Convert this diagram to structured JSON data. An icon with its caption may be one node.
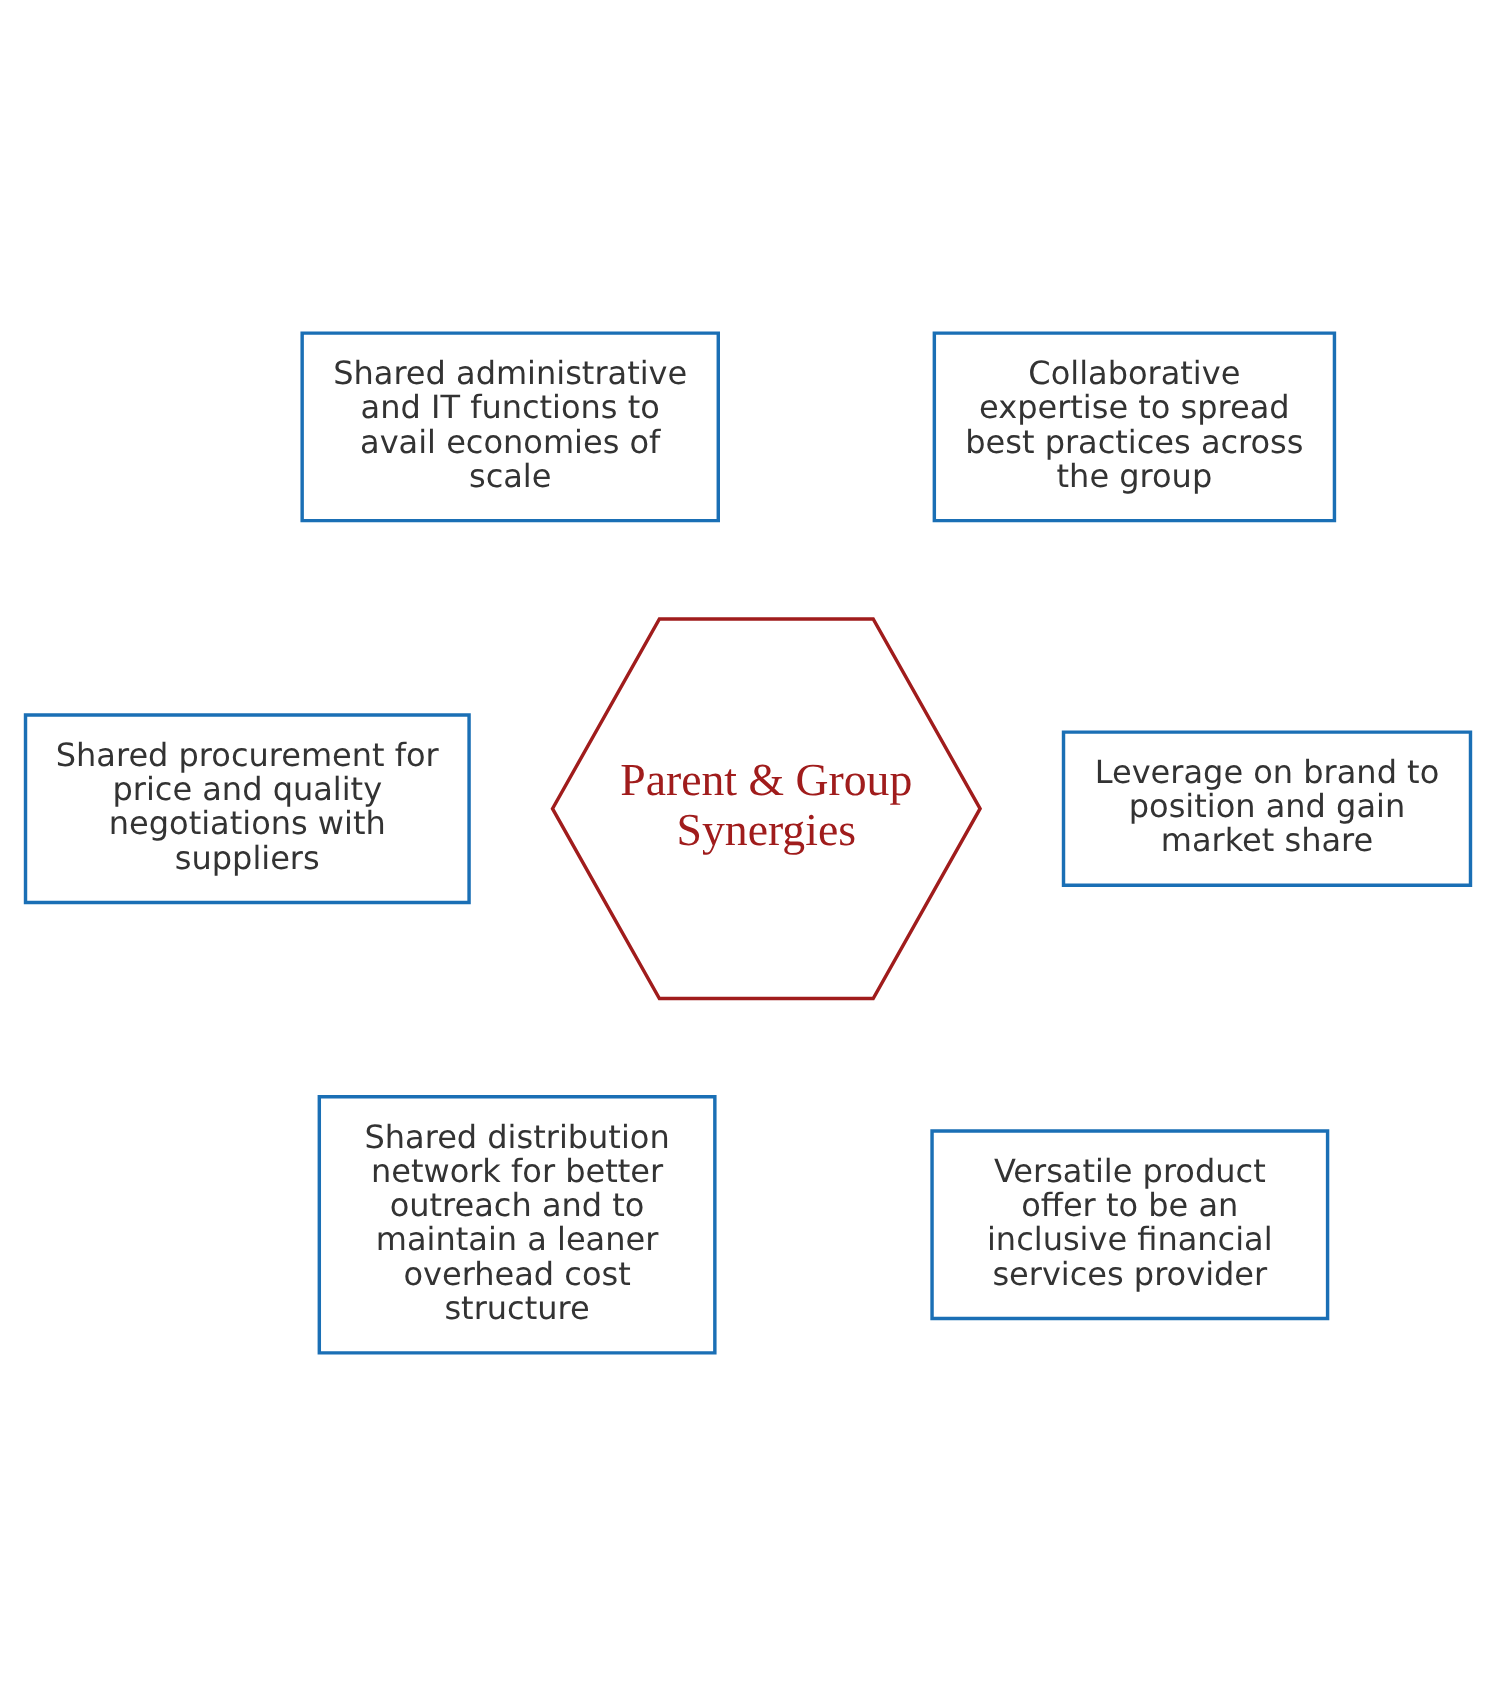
{
  "diagram": {
    "nodes": [
      {
        "text": [
          "Shared administrative and IT functions to avail economies of scale"
        ]
      },
      {
        "text": [
          "Collaborative expertise to spread best practices across the group"
        ]
      },
      {
        "text": [
          "Shared procurement for price and quality negotiations with suppliers"
        ]
      },
      {
        "text": [
          "Parent & Group Synergies"
        ]
      },
      {
        "text": [
          "Leverage on brand to position and gain market share"
        ]
      },
      {
        "text": [
          "Shared distribution network for better outreach and to maintain a leaner overhead cost structure"
        ]
      },
      {
        "text": [
          "Versatile product offer to be an inclusive financial services provider"
        ]
      }
    ],
    "edges": []
  }
}
